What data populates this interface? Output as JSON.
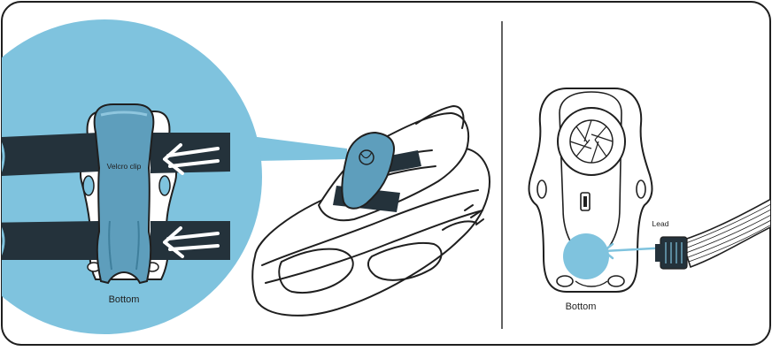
{
  "labels": {
    "velcro_clip": "Velcro clip",
    "bottom_left": "Bottom",
    "bottom_right": "Bottom",
    "lead": "Lead"
  },
  "colors": {
    "accent_blue": "#7fc3de",
    "clip_blue": "#5e9ebc",
    "strap_dark": "#24323b",
    "outline": "#1f1f1f",
    "arrow_white": "#ffffff"
  }
}
